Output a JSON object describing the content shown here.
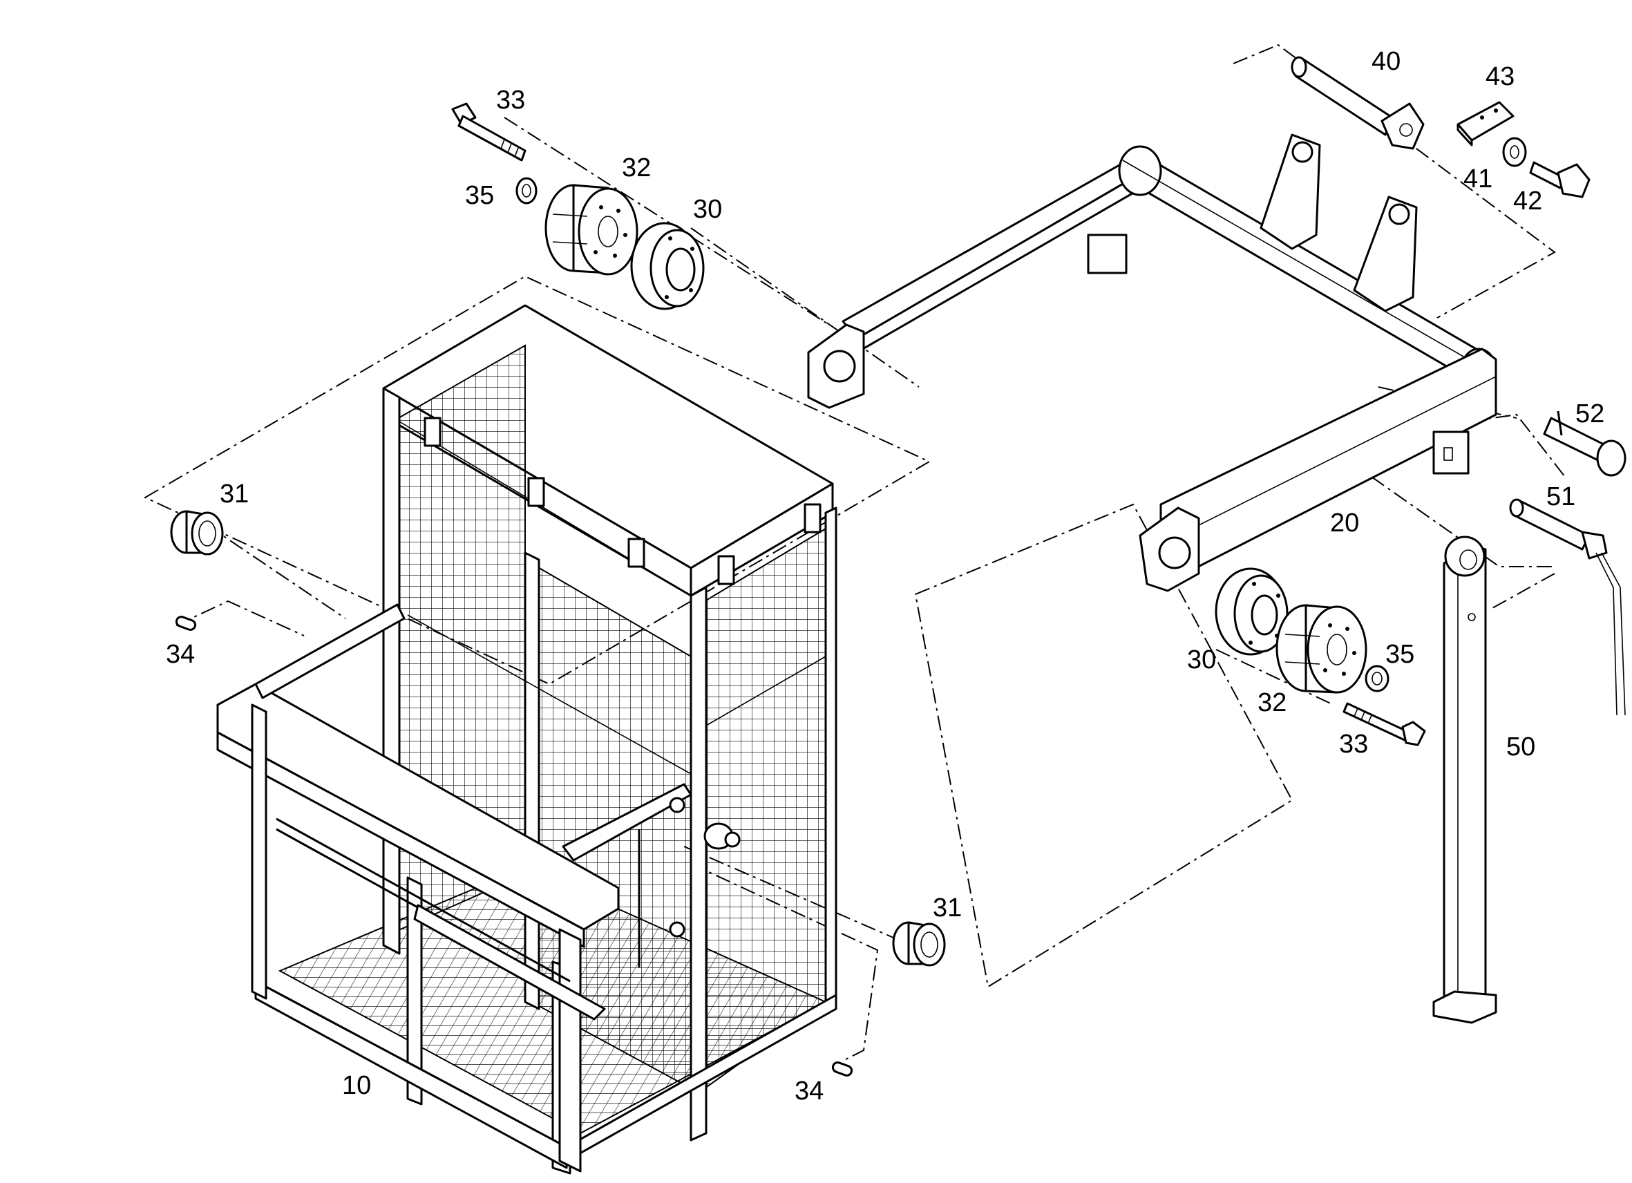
{
  "callouts": [
    {
      "id": "c40",
      "text": "40"
    },
    {
      "id": "c43",
      "text": "43"
    },
    {
      "id": "c41",
      "text": "41"
    },
    {
      "id": "c42",
      "text": "42"
    },
    {
      "id": "c33a",
      "text": "33"
    },
    {
      "id": "c32a",
      "text": "32"
    },
    {
      "id": "c35a",
      "text": "35"
    },
    {
      "id": "c30a",
      "text": "30"
    },
    {
      "id": "c31a",
      "text": "31"
    },
    {
      "id": "c34a",
      "text": "34"
    },
    {
      "id": "c52",
      "text": "52"
    },
    {
      "id": "c51",
      "text": "51"
    },
    {
      "id": "c20",
      "text": "20"
    },
    {
      "id": "c30b",
      "text": "30"
    },
    {
      "id": "c35b",
      "text": "35"
    },
    {
      "id": "c32b",
      "text": "32"
    },
    {
      "id": "c33b",
      "text": "33"
    },
    {
      "id": "c50",
      "text": "50"
    },
    {
      "id": "c31b",
      "text": "31"
    },
    {
      "id": "c34b",
      "text": "34"
    },
    {
      "id": "c10",
      "text": "10"
    }
  ]
}
